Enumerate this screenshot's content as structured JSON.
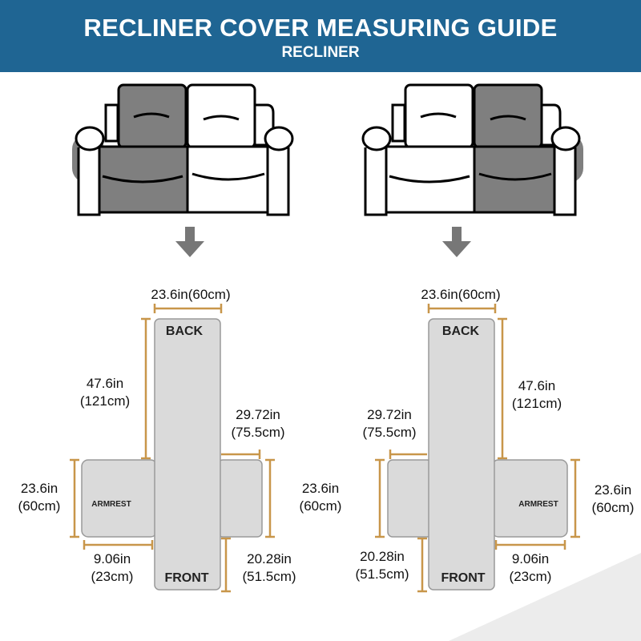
{
  "header": {
    "title": "RECLINER COVER MEASURING GUIDE",
    "subtitle": "RECLINER"
  },
  "colors": {
    "header": "#1f6593",
    "dimension_line": "#c8964a",
    "panel": "#dadada",
    "highlight": "#7f7f7f"
  },
  "left_diagram": {
    "back_label": "BACK",
    "front_label": "FRONT",
    "armrest_label": "ARMREST",
    "width": "23.6in(60cm)",
    "back_length": [
      "47.6in",
      "(121cm)"
    ],
    "seat_offset": [
      "29.72in",
      "(75.5cm)"
    ],
    "armrest_height_left": [
      "23.6in",
      "(60cm)"
    ],
    "armrest_height_right": [
      "23.6in",
      "(60cm)"
    ],
    "armrest_width": [
      "9.06in",
      "(23cm)"
    ],
    "front_length": [
      "20.28in",
      "(51.5cm)"
    ]
  },
  "right_diagram": {
    "back_label": "BACK",
    "front_label": "FRONT",
    "armrest_label": "ARMREST",
    "width": "23.6in(60cm)",
    "back_length": [
      "47.6in",
      "(121cm)"
    ],
    "seat_offset": [
      "29.72in",
      "(75.5cm)"
    ],
    "armrest_height_right": [
      "23.6in",
      "(60cm)"
    ],
    "armrest_width": [
      "9.06in",
      "(23cm)"
    ],
    "front_length": [
      "20.28in",
      "(51.5cm)"
    ]
  }
}
